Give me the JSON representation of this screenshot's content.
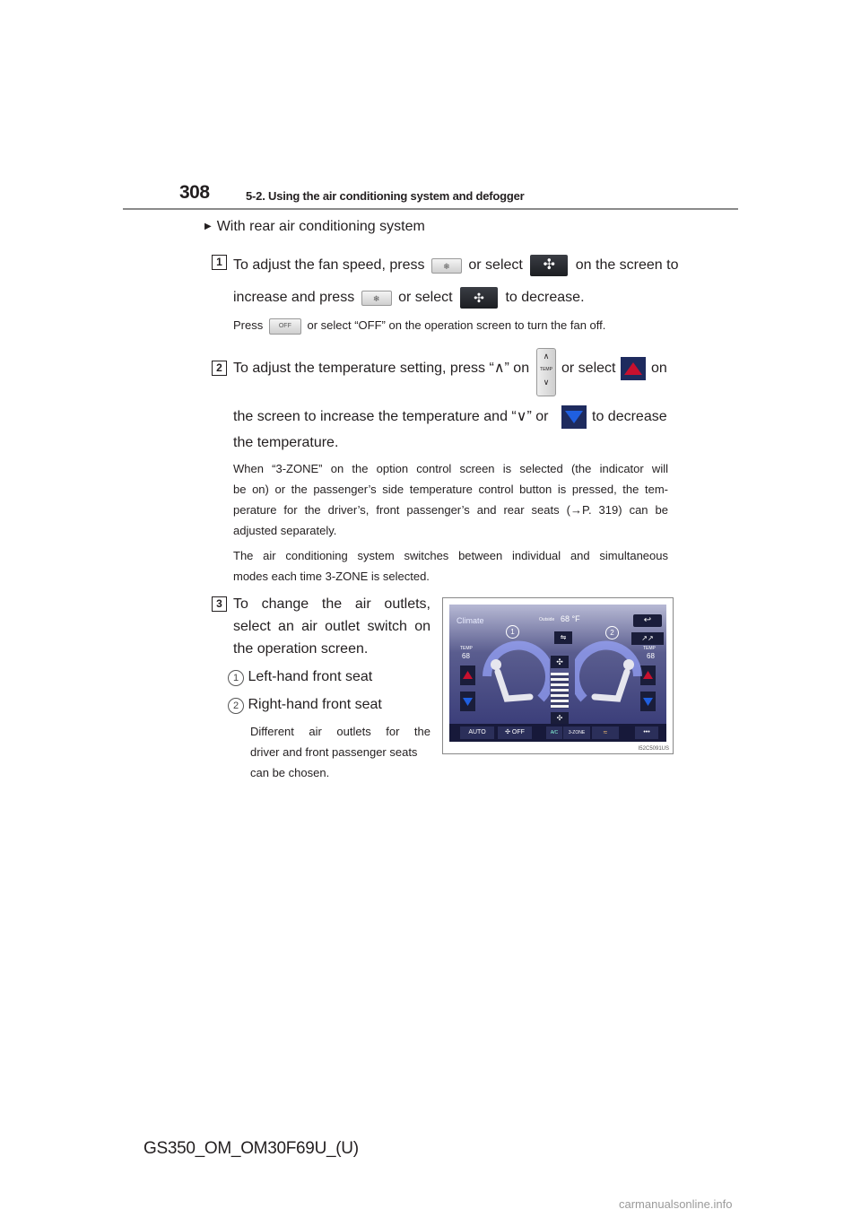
{
  "header": {
    "page_number": "308",
    "section_title": "5-2. Using the air conditioning system and defogger"
  },
  "intro": {
    "bullet_text": "With rear air conditioning system"
  },
  "step1": {
    "number": "1",
    "text_a": "To adjust the fan speed, press",
    "text_b": "or select",
    "text_c": "on the screen to",
    "text_d": "increase and press",
    "text_e": "or select",
    "text_f": "to decrease.",
    "note_a": "Press",
    "note_b": "or select “OFF” on the operation screen to turn the fan off.",
    "off_button_label": "OFF"
  },
  "step2": {
    "number": "2",
    "text_a": "To adjust the temperature setting, press “∧” on",
    "text_b": "or select",
    "text_c": "on",
    "text_d": "the screen to increase the temperature and “∨” or",
    "text_e": "to decrease",
    "text_f": "the temperature.",
    "temp_button_label": "TEMP",
    "note1_line1": "When “3-ZONE” on the option control screen is selected (the indicator will",
    "note1_line2": "be on) or the passenger’s side temperature control button is pressed, the tem-",
    "note1_line3": "perature for the driver’s, front passenger’s and rear seats (→P. 319) can be",
    "note1_line4": "adjusted separately.",
    "note2_line1": "The air conditioning system switches between individual and simultaneous",
    "note2_line2": "modes each time 3-ZONE is selected."
  },
  "step3": {
    "number": "3",
    "text_line1": "To change the air outlets,",
    "text_line2": "select an air outlet switch on",
    "text_line3": "the operation screen.",
    "items": [
      {
        "num": "1",
        "label": "Left-hand front seat"
      },
      {
        "num": "2",
        "label": "Right-hand front seat"
      }
    ],
    "note_line1": "Different air outlets for the",
    "note_line2": "driver and front passenger seats",
    "note_line3": "can be chosen."
  },
  "screen": {
    "title": "Climate",
    "outside_label": "Outside",
    "outside_temp": "68 °F",
    "temp_label_left": "TEMP",
    "temp_value_left": "68",
    "temp_label_right": "TEMP",
    "temp_value_right": "68",
    "callout_1": "1",
    "callout_2": "2",
    "btn_auto": "AUTO",
    "btn_off": "OFF",
    "btn_ac": "A/C",
    "btn_3zone": "3-ZONE",
    "btn_more": "•••",
    "figure_code": "I52C5091US"
  },
  "footer": {
    "doc_code": "GS350_OM_OM30F69U_(U)",
    "watermark": "carmanualsonline.info"
  },
  "colors": {
    "text": "#231f20",
    "screen_bg_dark": "#343775",
    "screen_bg_light": "#b7b9d4",
    "red_button": "#c8102e",
    "blue_button": "#1f3fbf"
  }
}
